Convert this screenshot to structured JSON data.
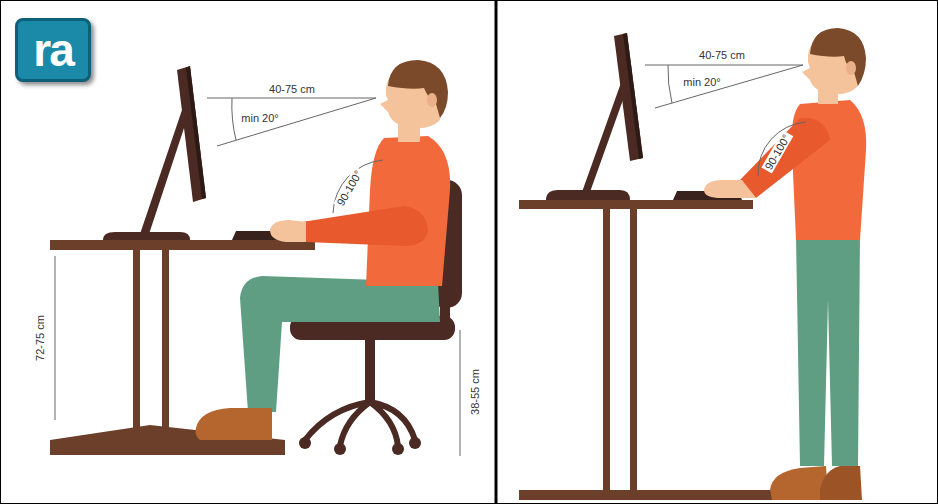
{
  "diagram": {
    "nodes": [
      {
        "text": [
          "ra"
        ]
      }
    ],
    "labels": [
      "40-75 cm",
      "min 20°",
      "90-100°",
      "72-75 cm",
      "38-55 cm",
      "40-75 cm",
      "min 20°",
      "90-100°"
    ]
  }
}
